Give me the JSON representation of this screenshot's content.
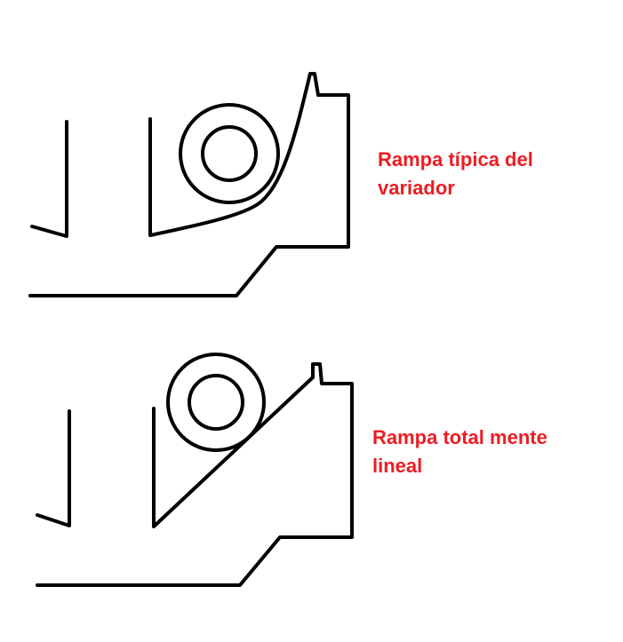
{
  "diagram": {
    "type": "hand-drawn mechanical sketch",
    "stroke_color": "#000000",
    "label_color": "#ed1c24",
    "panels": [
      {
        "id": "typical",
        "label_line1": "Rampa típica del",
        "label_line2": "variador",
        "ramp_shape": "curved",
        "roller": "two concentric circles"
      },
      {
        "id": "linear",
        "label_line1": "Rampa total mente",
        "label_line2": "lineal",
        "ramp_shape": "straight",
        "roller": "two concentric circles"
      }
    ]
  }
}
